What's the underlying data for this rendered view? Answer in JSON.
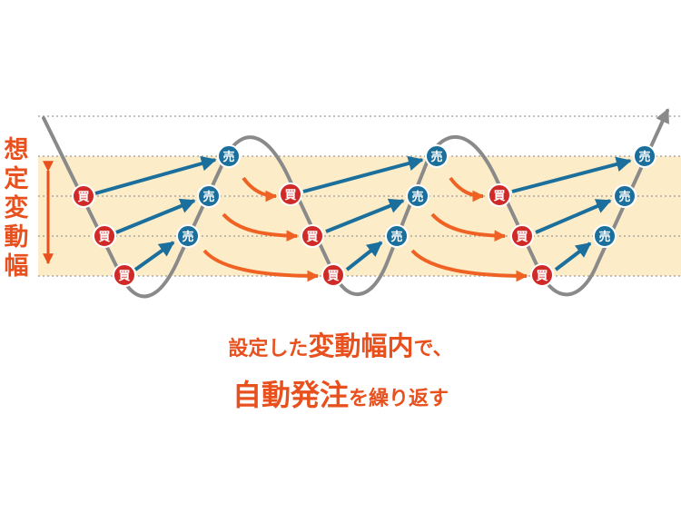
{
  "range_label": "想定変動幅",
  "caption": {
    "line1_pre": "設定した",
    "line1_em": "変動幅内",
    "line1_post": "で、",
    "line2_em": "自動発注",
    "line2_post": "を繰り返す"
  },
  "buy_label": "買",
  "sell_label": "売",
  "colors": {
    "band": "#fdecc8",
    "accent": "#e8501e",
    "buy": "#cf2a27",
    "sell": "#1a6f9c",
    "trade_arrow": "#1a6f9c",
    "price_line": "#8a8a8a",
    "dotted": "#9a9a9a"
  }
}
